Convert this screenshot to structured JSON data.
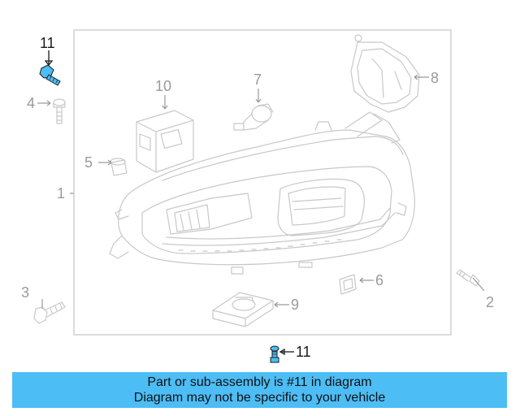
{
  "diagram": {
    "callouts": {
      "c1": "1",
      "c2": "2",
      "c3": "3",
      "c4": "4",
      "c5": "5",
      "c6": "6",
      "c7": "7",
      "c8": "8",
      "c9": "9",
      "c10": "10",
      "c11_top": "11",
      "c11_bottom": "11"
    },
    "highlighted_part": "11",
    "highlight_color": "#4dbdf5",
    "line_color": "#c8c8c8"
  },
  "banner": {
    "line1": "Part or sub-assembly is #11 in diagram",
    "line2": "Diagram may not be specific to your vehicle",
    "background": "#4dbdf5"
  }
}
